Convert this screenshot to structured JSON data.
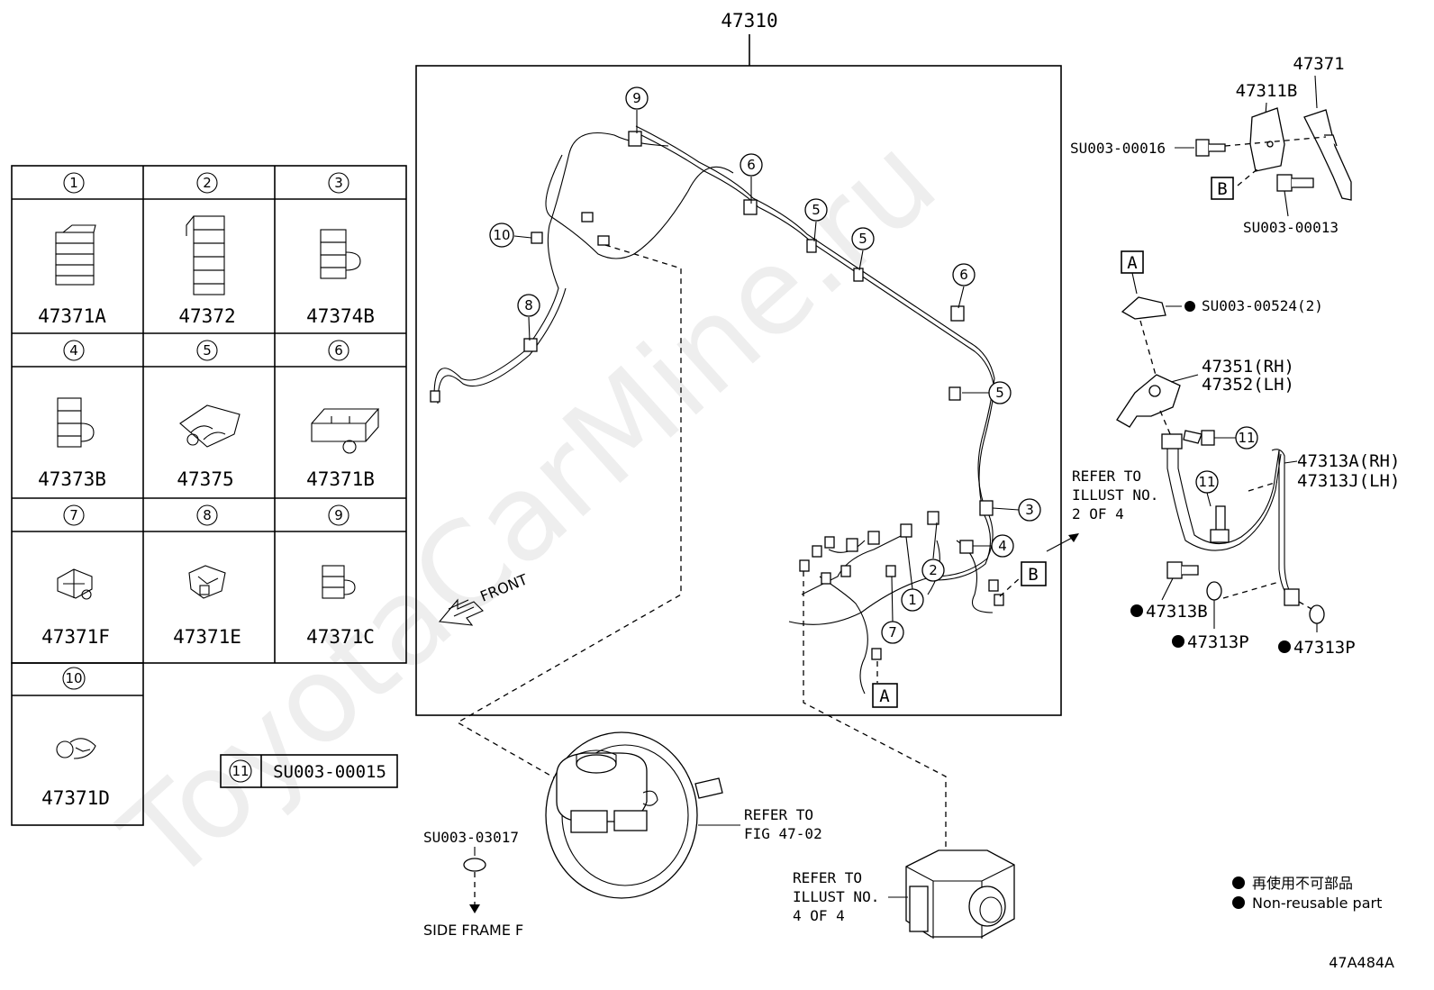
{
  "watermark": "ToyotaCarMine.ru",
  "diagram_code": "47A484A",
  "assembly_number": "47310",
  "clip_table": {
    "cells": [
      {
        "index": "1",
        "part": "47371A"
      },
      {
        "index": "2",
        "part": "47372"
      },
      {
        "index": "3",
        "part": "47374B"
      },
      {
        "index": "4",
        "part": "47373B"
      },
      {
        "index": "5",
        "part": "47375"
      },
      {
        "index": "6",
        "part": "47371B"
      },
      {
        "index": "7",
        "part": "47371F"
      },
      {
        "index": "8",
        "part": "47371E"
      },
      {
        "index": "9",
        "part": "47371C"
      },
      {
        "index": "10",
        "part": "47371D"
      }
    ]
  },
  "bolt_ref": {
    "index": "11",
    "part": "SU003-00015"
  },
  "main_callouts": [
    "9",
    "6",
    "5",
    "5",
    "6",
    "10",
    "8",
    "5",
    "3",
    "4",
    "2",
    "1",
    "7"
  ],
  "front_label": "FRONT",
  "ref_box_a": "A",
  "ref_box_b": "B",
  "right_parts": {
    "bracket_47371": "47371",
    "bracket_47311b": "47311B",
    "bolt_00016": "SU003-00016",
    "bolt_00013": "SU003-00013",
    "box_b": "B",
    "box_a": "A",
    "bolt_00524": "SU003-00524(2)",
    "bracket_rh": "47351(RH)",
    "bracket_lh": "47352(LH)",
    "callout_11a": "11",
    "callout_11b": "11",
    "hose_rh": "47313A(RH)",
    "hose_lh": "47313J(LH)",
    "union_bolt": "47313B",
    "gasket_1": "47313P",
    "gasket_2": "47313P"
  },
  "refer_illust_2": [
    "REFER TO",
    "ILLUST NO.",
    "2 OF 4"
  ],
  "refer_fig": [
    "REFER TO",
    "FIG 47-02"
  ],
  "refer_illust_4": [
    "REFER TO",
    "ILLUST NO.",
    "4 OF 4"
  ],
  "plug_part": "SU003-03017",
  "side_frame": "SIDE FRAME F",
  "legend": {
    "jp": "再使用不可部品",
    "en": "Non-reusable part"
  }
}
